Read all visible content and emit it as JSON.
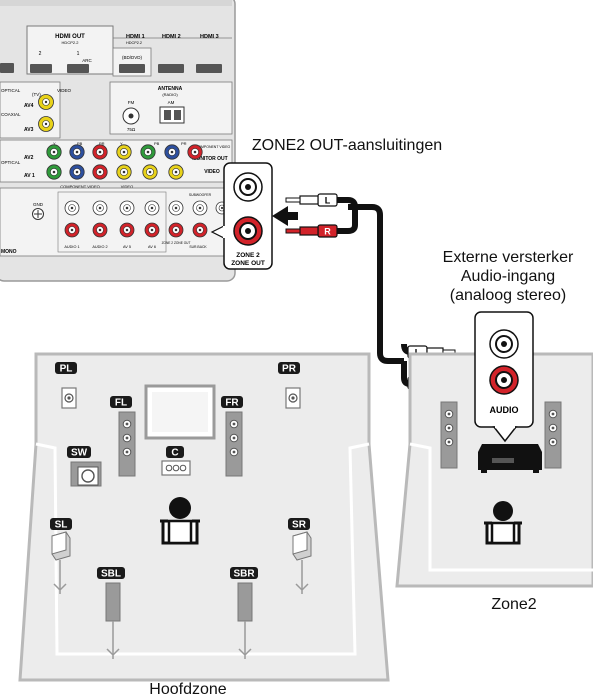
{
  "receiver": {
    "hdmi_out_label": "HDMI OUT",
    "hdmi_out_sub": "HDCP2.2",
    "hdmi_out_1": "1",
    "hdmi_out_arc": "ARC",
    "hdmi_out_2": "2",
    "hdmi1_label": "HDMI 1",
    "hdmi1_sub": "HDCP2.2",
    "hdmi1_input": "(BD/DVD)",
    "hdmi2_label": "HDMI 2",
    "hdmi3_label": "HDMI 3",
    "antenna_label": "ANTENNA",
    "antenna_sub": "(RADIO)",
    "fm_label": "FM",
    "am_label": "AM",
    "ohm_label": "75Ω",
    "optical_tv": "(TV)",
    "av4": "AV4",
    "av3": "AV3",
    "av2": "AV2",
    "av1": "AV 1",
    "optical": "OPTICAL",
    "coaxial": "COAXIAL",
    "video": "VIDEO",
    "component_video": "COMPONENT VIDEO",
    "monitor_out": "MONITOR OUT",
    "component_video_2": "COMPONENT VIDEO",
    "gnd": "GND",
    "mono": "MONO",
    "audio1": "AUDIO 1",
    "audio2": "AUDIO 2",
    "av5": "AV 5",
    "av6": "AV 6",
    "zone2_out_small": "ZONE 2 ZONE OUT",
    "subwoofer": "SUBWOOFER",
    "surround_back": "SUR.BACK",
    "y": "Y",
    "pb": "PB",
    "pr": "PR"
  },
  "zone2_callout": {
    "title": "ZONE2 OUT-aansluitingen",
    "jack_label_line1": "ZONE 2",
    "jack_label_line2": "ZONE OUT"
  },
  "external_amp": {
    "line1": "Externe versterker",
    "line2": "Audio-ingang",
    "line3": "(analoog stereo)",
    "jack_label": "AUDIO"
  },
  "cables": {
    "left_plug": "L",
    "right_plug": "R"
  },
  "main_zone": {
    "caption": "Hoofdzone",
    "speakers": {
      "pl": "PL",
      "pr": "PR",
      "fl": "FL",
      "fr": "FR",
      "sw": "SW",
      "c": "C",
      "sl": "SL",
      "sr": "SR",
      "sbl": "SBL",
      "sbr": "SBR"
    }
  },
  "zone2": {
    "caption": "Zone2"
  },
  "colors": {
    "panel": "#e4e4e4",
    "room_fill": "#ececec",
    "room_stroke": "#b9b9b9",
    "red_jack": "#d2232a",
    "green_jack": "#2f9a3b",
    "blue_jack": "#2d4f9e",
    "yellow_jack": "#e8d21a",
    "label_black": "#1a1a1a"
  }
}
